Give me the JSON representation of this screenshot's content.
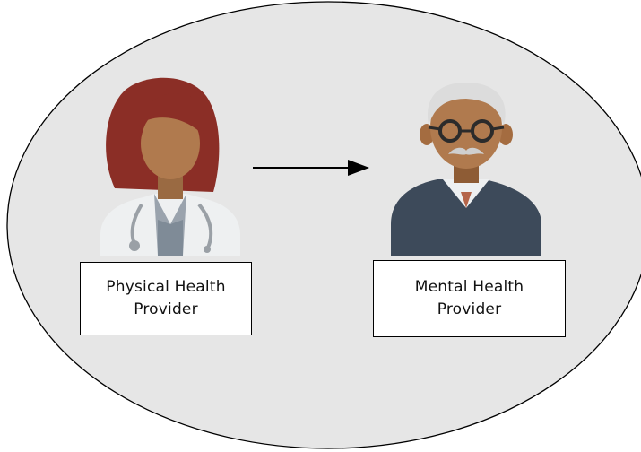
{
  "diagram": {
    "nodes": [
      {
        "id": "physical",
        "label": "Physical Health\nProvider",
        "icon": "female-doctor-icon"
      },
      {
        "id": "mental",
        "label": "Mental Health\nProvider",
        "icon": "elderly-man-icon"
      }
    ],
    "edges": [
      {
        "from": "physical",
        "to": "mental",
        "style": "arrow"
      }
    ],
    "colors": {
      "ellipse_fill": "#e6e6e6",
      "doctor_hair": "#8b2e26",
      "skin": "#b07a4e",
      "coat": "#eef0f1",
      "sweater": "#3d4a5a",
      "man_hair": "#dcdcdc"
    }
  }
}
